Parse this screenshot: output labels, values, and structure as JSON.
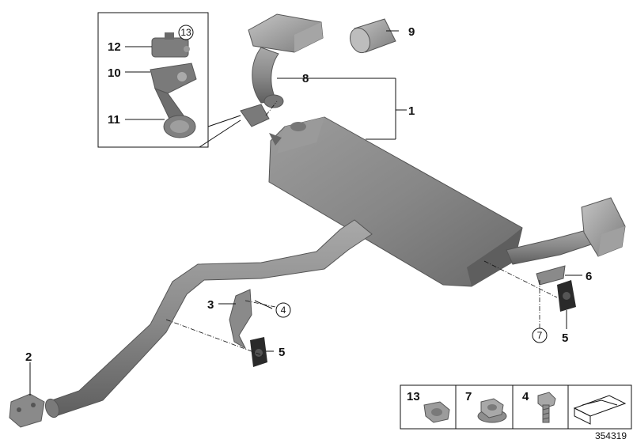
{
  "diagram": {
    "callouts": {
      "c1": "1",
      "c2": "2",
      "c3": "3",
      "c4": "4",
      "c5a": "5",
      "c5b": "5",
      "c6": "6",
      "c7": "7",
      "c8": "8",
      "c9": "9",
      "c10": "10",
      "c11": "11",
      "c12": "12",
      "c13": "13"
    },
    "legend": {
      "item13": "13",
      "item7": "7",
      "item4": "4"
    },
    "reference_number": "354319"
  },
  "colors": {
    "part_fill": "#8c8c8c",
    "part_dark": "#6e6e6e",
    "part_light": "#b4b4b4",
    "line": "#111111"
  }
}
